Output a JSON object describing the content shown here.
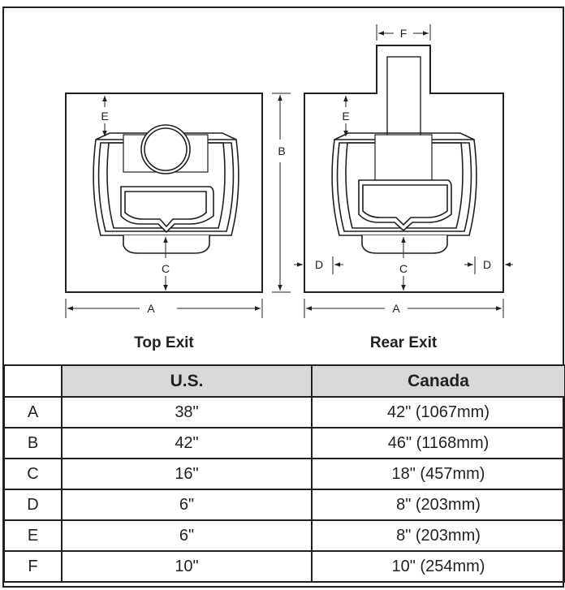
{
  "diagrams": {
    "top_exit": {
      "caption": "Top Exit",
      "labels": {
        "a": "A",
        "b": "B",
        "c": "C",
        "e": "E"
      }
    },
    "rear_exit": {
      "caption": "Rear Exit",
      "labels": {
        "a": "A",
        "c": "C",
        "d_left": "D",
        "d_right": "D",
        "e": "E",
        "f": "F"
      }
    }
  },
  "table": {
    "headers": [
      "",
      "U.S.",
      "Canada"
    ],
    "rows": [
      {
        "dim": "A",
        "us": "38\"",
        "canada": "42\" (1067mm)"
      },
      {
        "dim": "B",
        "us": "42\"",
        "canada": "46\" (1168mm)"
      },
      {
        "dim": "C",
        "us": "16\"",
        "canada": "18\" (457mm)"
      },
      {
        "dim": "D",
        "us": "6\"",
        "canada": "8\" (203mm)"
      },
      {
        "dim": "E",
        "us": "6\"",
        "canada": "8\" (203mm)"
      },
      {
        "dim": "F",
        "us": "10\"",
        "canada": "10\" (254mm)"
      }
    ]
  }
}
